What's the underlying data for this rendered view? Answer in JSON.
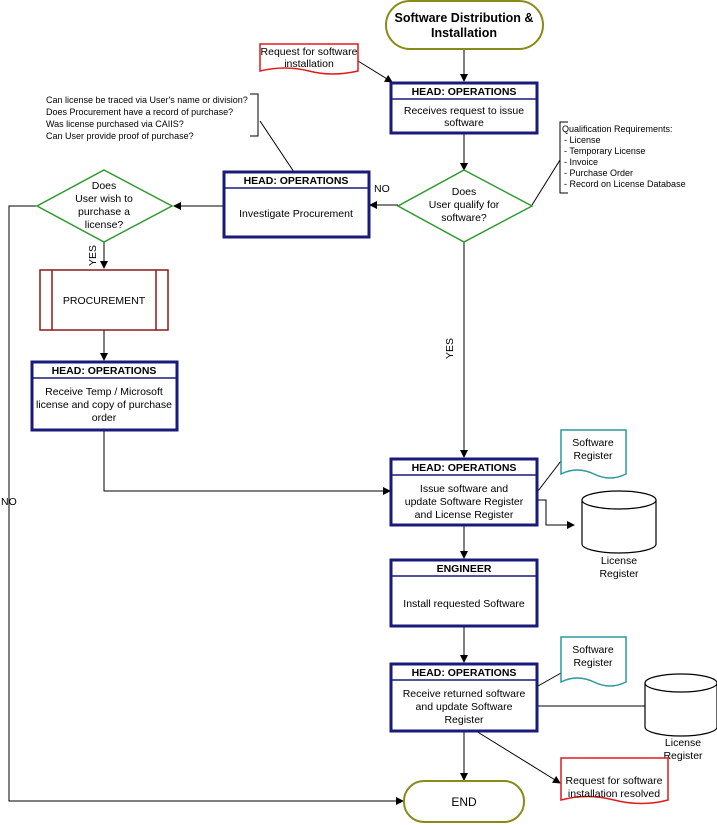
{
  "start": {
    "line1": "Software Distribution &",
    "line2": "Installation"
  },
  "request_note": {
    "line1": "Request for software",
    "line2": "installation"
  },
  "receive": {
    "title": "HEAD: OPERATIONS",
    "line1": "Receives request to issue",
    "line2": "software"
  },
  "qualify": {
    "line1": "Does",
    "line2": "User qualify for",
    "line3": "software?"
  },
  "qualification_note": {
    "title": "Qualification Requirements:",
    "items": [
      "- License",
      "- Temporary  License",
      "- Invoice",
      "- Purchase  Order",
      "- Record on License Database"
    ]
  },
  "investigate": {
    "title": "HEAD: OPERATIONS",
    "line1": "Investigate Procurement"
  },
  "questions_note": {
    "items": [
      "Can license be traced via User's name or division?",
      "Does Procurement have a record of purchase?",
      "Was license purchased via CAIIS?",
      "Can User provide proof of purchase?"
    ]
  },
  "purchase": {
    "line1": "Does",
    "line2": "User wish to",
    "line3": "purchase a",
    "line4": "license?"
  },
  "procurement": {
    "label": "PROCUREMENT"
  },
  "receive_temp": {
    "title": "HEAD: OPERATIONS",
    "line1": "Receive Temp / Microsoft",
    "line2": "license and copy of purchase",
    "line3": "order"
  },
  "issue": {
    "title": "HEAD: OPERATIONS",
    "line1": "Issue software and",
    "line2": "update Software Register",
    "line3": "and License Register"
  },
  "software_register_1": {
    "line1": "Software",
    "line2": "Register"
  },
  "license_register_1": {
    "line1": "License",
    "line2": "Register"
  },
  "engineer": {
    "title": "ENGINEER",
    "line1": "Install requested Software"
  },
  "returned": {
    "title": "HEAD: OPERATIONS",
    "line1": "Receive returned software",
    "line2": "and update Software",
    "line3": "Register"
  },
  "software_register_2": {
    "line1": "Software",
    "line2": "Register"
  },
  "license_register_2": {
    "line1": "License",
    "line2": "Register"
  },
  "resolved_note": {
    "line1": "Request for software",
    "line2": "installation resolved"
  },
  "end": {
    "label": "END"
  },
  "edge_labels": {
    "no_qualify": "NO",
    "yes_purchase": "YES",
    "yes_qualify": "YES",
    "no_purchase": "NO"
  },
  "colors": {
    "process_border": "#1a1a7a",
    "decision_border": "#2e9a2e",
    "terminal_border": "#8a8a1a",
    "note_border": "#e01b1b",
    "predefined_border": "#8b1a1a",
    "document_border": "#2a9a9a"
  }
}
